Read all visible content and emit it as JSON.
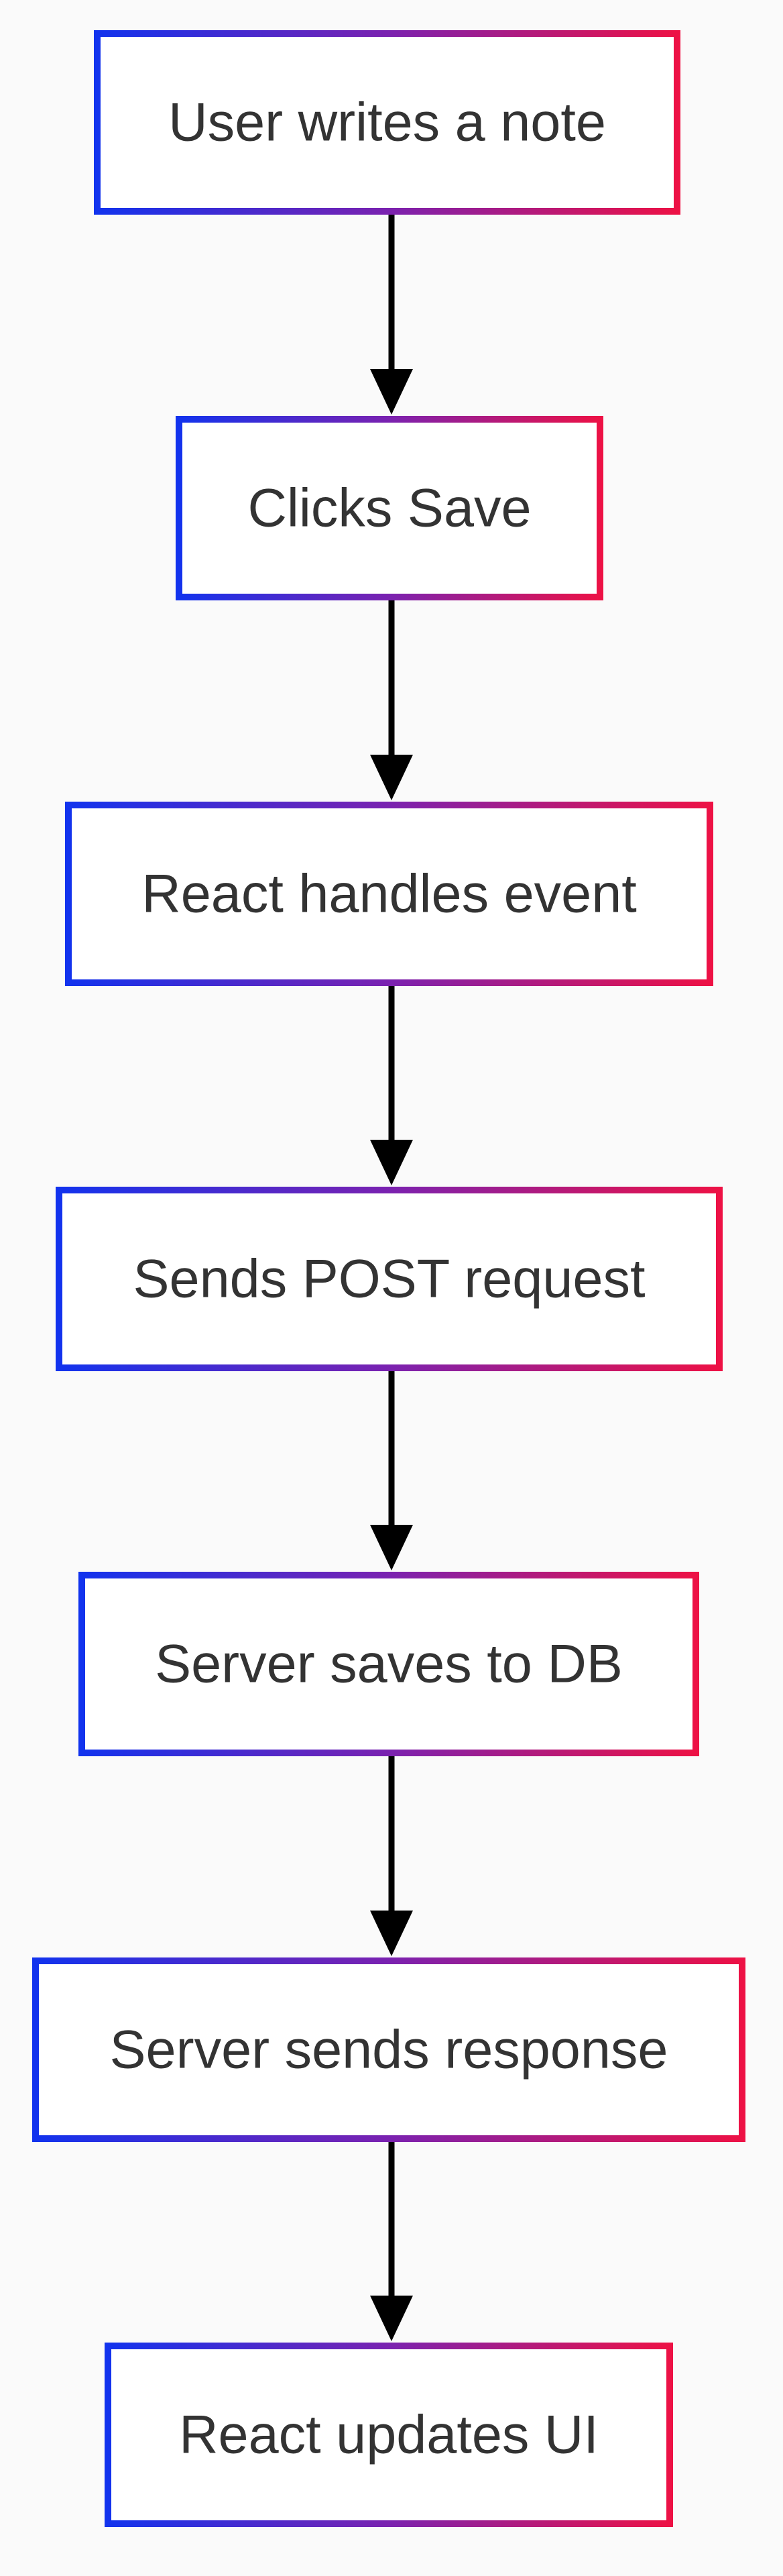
{
  "diagram": {
    "type": "flowchart",
    "direction": "top-to-bottom",
    "colors": {
      "background": "#fafafa",
      "border_start": "#1133ee",
      "border_mid": "#7a22b0",
      "border_end": "#ee1144",
      "arrow": "#000000",
      "text": "#333333"
    },
    "nodes": [
      {
        "id": "n1",
        "label": "User writes a note"
      },
      {
        "id": "n2",
        "label": "Clicks Save"
      },
      {
        "id": "n3",
        "label": "React handles event"
      },
      {
        "id": "n4",
        "label": "Sends POST request"
      },
      {
        "id": "n5",
        "label": "Server saves to DB"
      },
      {
        "id": "n6",
        "label": "Server sends response"
      },
      {
        "id": "n7",
        "label": "React updates UI"
      }
    ],
    "edges": [
      {
        "from": "n1",
        "to": "n2"
      },
      {
        "from": "n2",
        "to": "n3"
      },
      {
        "from": "n3",
        "to": "n4"
      },
      {
        "from": "n4",
        "to": "n5"
      },
      {
        "from": "n5",
        "to": "n6"
      },
      {
        "from": "n6",
        "to": "n7"
      }
    ]
  }
}
